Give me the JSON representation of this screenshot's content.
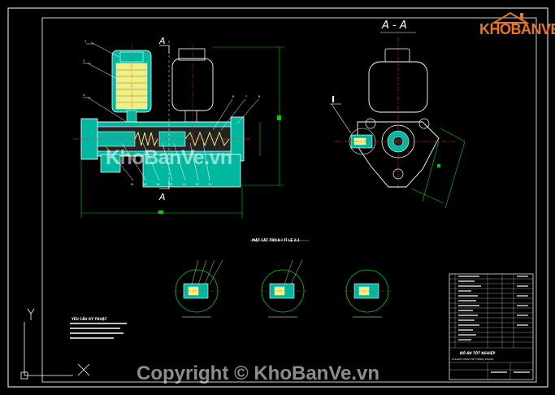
{
  "drawing": {
    "section_title": "A - A",
    "cut_marker_top": "A",
    "cut_marker_bottom": "A",
    "detail_marker": "I",
    "detail_view_title": "MẶT CẮT TRÍCH I TỈ LỆ 2:1",
    "notes_title": "YÊU CẦU KỸ THUẬT",
    "titleblock_title": "ĐỒ ÁN TỐT NGHIỆP",
    "titleblock_subtitle": "XYLANH CHÍNH HỆ THỐNG PHANH"
  },
  "watermark": {
    "center": "KhoBanVe.vn",
    "bottom": "Copyright © KhoBanVe.vn",
    "logo": "KHOBANVE"
  },
  "colors": {
    "frame": "#ffffff",
    "body_fill": "#00b8a0",
    "spring_fill": "#f0f080",
    "dimension": "#00d000",
    "leader": "#ffffff",
    "center_line": "#ff3030",
    "logo_orange": "#e87722"
  },
  "icons": {
    "ucs": "ucs-axis-icon"
  }
}
